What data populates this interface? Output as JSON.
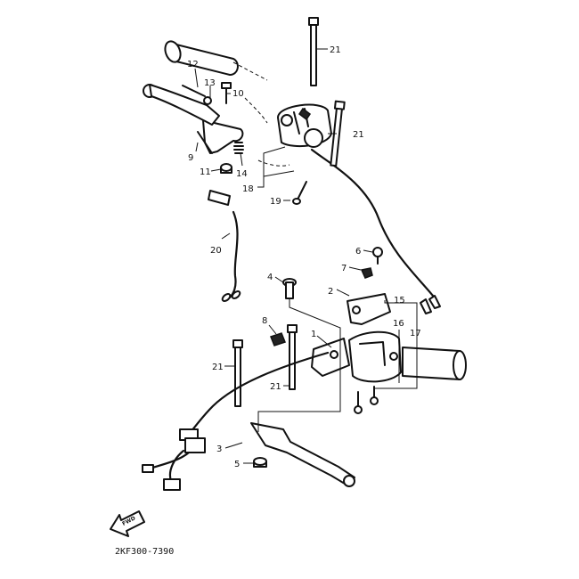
{
  "diagram": {
    "callouts": [
      {
        "id": "c1",
        "text": "1"
      },
      {
        "id": "c2",
        "text": "2"
      },
      {
        "id": "c3",
        "text": "3"
      },
      {
        "id": "c4",
        "text": "4"
      },
      {
        "id": "c5",
        "text": "5"
      },
      {
        "id": "c6",
        "text": "6"
      },
      {
        "id": "c7",
        "text": "7"
      },
      {
        "id": "c8",
        "text": "8"
      },
      {
        "id": "c9",
        "text": "9"
      },
      {
        "id": "c10",
        "text": "10"
      },
      {
        "id": "c11",
        "text": "11"
      },
      {
        "id": "c12",
        "text": "12"
      },
      {
        "id": "c13",
        "text": "13"
      },
      {
        "id": "c14",
        "text": "14"
      },
      {
        "id": "c15",
        "text": "15"
      },
      {
        "id": "c16",
        "text": "16"
      },
      {
        "id": "c17",
        "text": "17"
      },
      {
        "id": "c18",
        "text": "18"
      },
      {
        "id": "c19",
        "text": "19"
      },
      {
        "id": "c20",
        "text": "20"
      },
      {
        "id": "c21a",
        "text": "21"
      },
      {
        "id": "c21b",
        "text": "21"
      },
      {
        "id": "c21c",
        "text": "21"
      },
      {
        "id": "c21d",
        "text": "21"
      }
    ],
    "direction_arrow": "FWD",
    "drawing_code": "2KF300-7390"
  }
}
